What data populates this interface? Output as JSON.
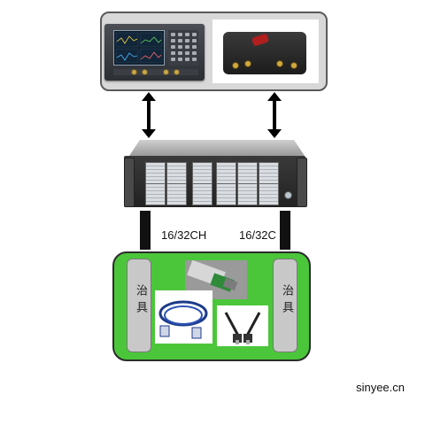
{
  "diagram": {
    "instruments": {
      "benchtop_vna": "benchtop-network-analyzer",
      "usb_vna": "usb-network-analyzer"
    },
    "switch": {
      "left_channel_label": "16/32CH",
      "right_channel_label": "16/32C",
      "module_count": 12
    },
    "fixture": {
      "left_jig_label": "治具",
      "right_jig_label": "治具",
      "color": "#4bc63a"
    },
    "cables": [
      "board-connector-photo",
      "ethernet-cable-photo",
      "usb-c-cable-photo"
    ]
  },
  "footer": {
    "watermark": "sinyee.cn"
  }
}
